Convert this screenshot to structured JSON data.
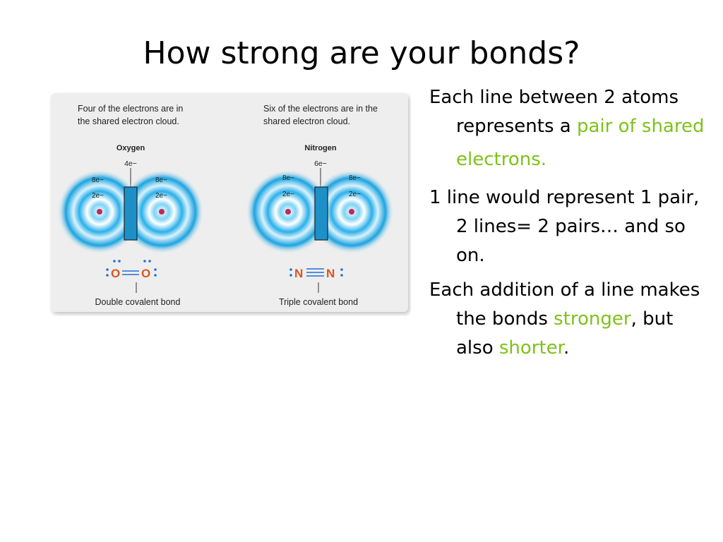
{
  "slide": {
    "title": "How strong are your bonds?"
  },
  "figure": {
    "left_panel": {
      "caption_line1": "Four of the electrons are in",
      "caption_line2": "the shared electron cloud.",
      "atom_label": "Oxygen",
      "shared_label": "4e−",
      "left_outer": "8e−",
      "left_inner": "2e−",
      "right_outer": "8e−",
      "right_inner": "2e−",
      "symbol_left": "O",
      "symbol_right": "O",
      "bond_name": "Double covalent bond"
    },
    "right_panel": {
      "caption_line1": "Six of the electrons are in the",
      "caption_line2": "shared electron cloud.",
      "atom_label": "Nitrogen",
      "shared_label": "6e−",
      "left_outer": "8e−",
      "left_inner": "2e−",
      "right_outer": "8e−",
      "right_inner": "2e−",
      "symbol_left": "N",
      "symbol_right": "N",
      "bond_name": "Triple covalent bond"
    },
    "colors": {
      "cloud": "#1aa3e0",
      "nucleus": "#c0285a",
      "symbol": "#d9541e",
      "bar": "#1e90c8"
    }
  },
  "bullets": {
    "b1_text": "Each line between 2 atoms represents a",
    "b1_hl1": "pair of shared",
    "b1_hl2": "electrons.",
    "b2_text": "1 line would represent 1 pair, 2 lines= 2 pairs… and so on.",
    "b3_text": "Each addition of a line makes the bonds",
    "b3_hl1": "stronger",
    "b3_mid": ", but also",
    "b3_hl2": "shorter",
    "b3_end": ".",
    "highlight_color": "#7ec21a"
  }
}
